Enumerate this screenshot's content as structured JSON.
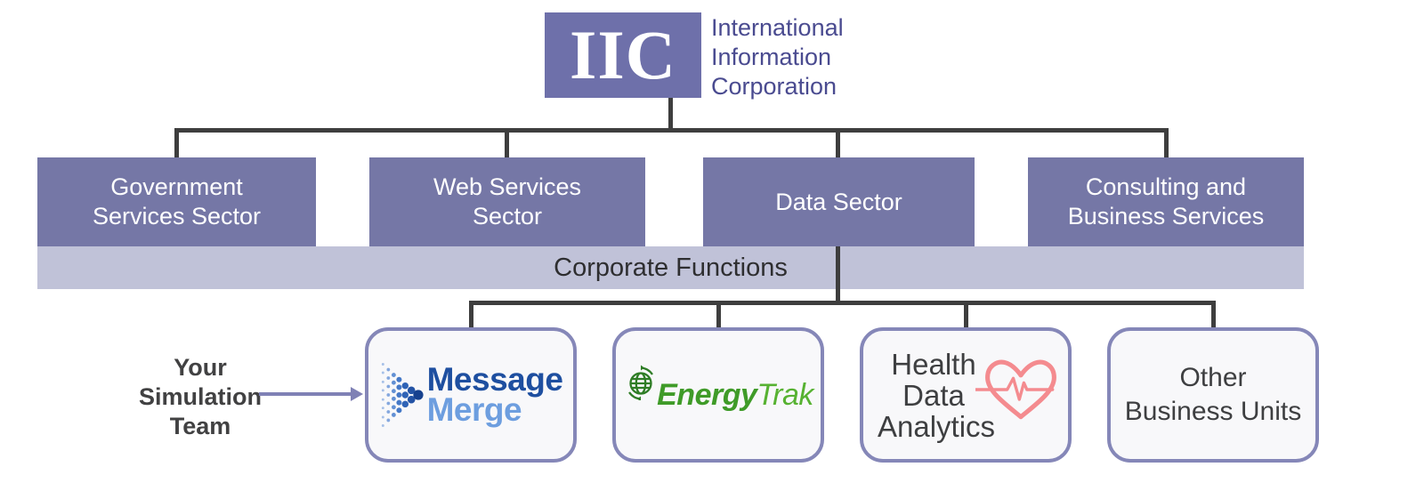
{
  "logo": {
    "acronym": "IIC",
    "company_lines": [
      "International",
      "Information",
      "Corporation"
    ]
  },
  "sectors": [
    {
      "lines": [
        "Government",
        "Services Sector"
      ]
    },
    {
      "lines": [
        "Web Services",
        "Sector"
      ]
    },
    {
      "lines": [
        "Data Sector"
      ]
    },
    {
      "lines": [
        "Consulting and",
        "Business Services"
      ]
    }
  ],
  "corporate_bar": {
    "label": "Corporate Functions"
  },
  "business_units": {
    "message_merge": {
      "word_top": "Message",
      "word_bottom": "Merge",
      "icon": "dot-arrow-icon"
    },
    "energytrak": {
      "word_bold": "Energy",
      "word_light": "Trak",
      "icon": "globe-icon"
    },
    "health_data_analytics": {
      "lines": [
        "Health",
        "Data",
        "Analytics"
      ],
      "icon": "heart-ekg-icon"
    },
    "other": {
      "lines": [
        "Other",
        "Business Units"
      ]
    }
  },
  "annotation": {
    "lines": [
      "Your",
      "Simulation",
      "Team"
    ],
    "icon": "arrow-icon"
  },
  "colors": {
    "sector_box": "#7577a6",
    "logo_box": "#6e70aa",
    "corporate_bar": "#c0c2d8",
    "company_text": "#4a4b90",
    "connector": "#3e3e3e",
    "card_border": "#8587b8",
    "card_bg": "#f8f8fa",
    "message_dark_blue": "#1e4fa0",
    "merge_light_blue": "#6d9edf",
    "energytrak_green": "#3f9b28",
    "health_text": "#3e3f41",
    "heart_pink": "#f48b8f",
    "annotation_arrow": "#7f81b5"
  }
}
